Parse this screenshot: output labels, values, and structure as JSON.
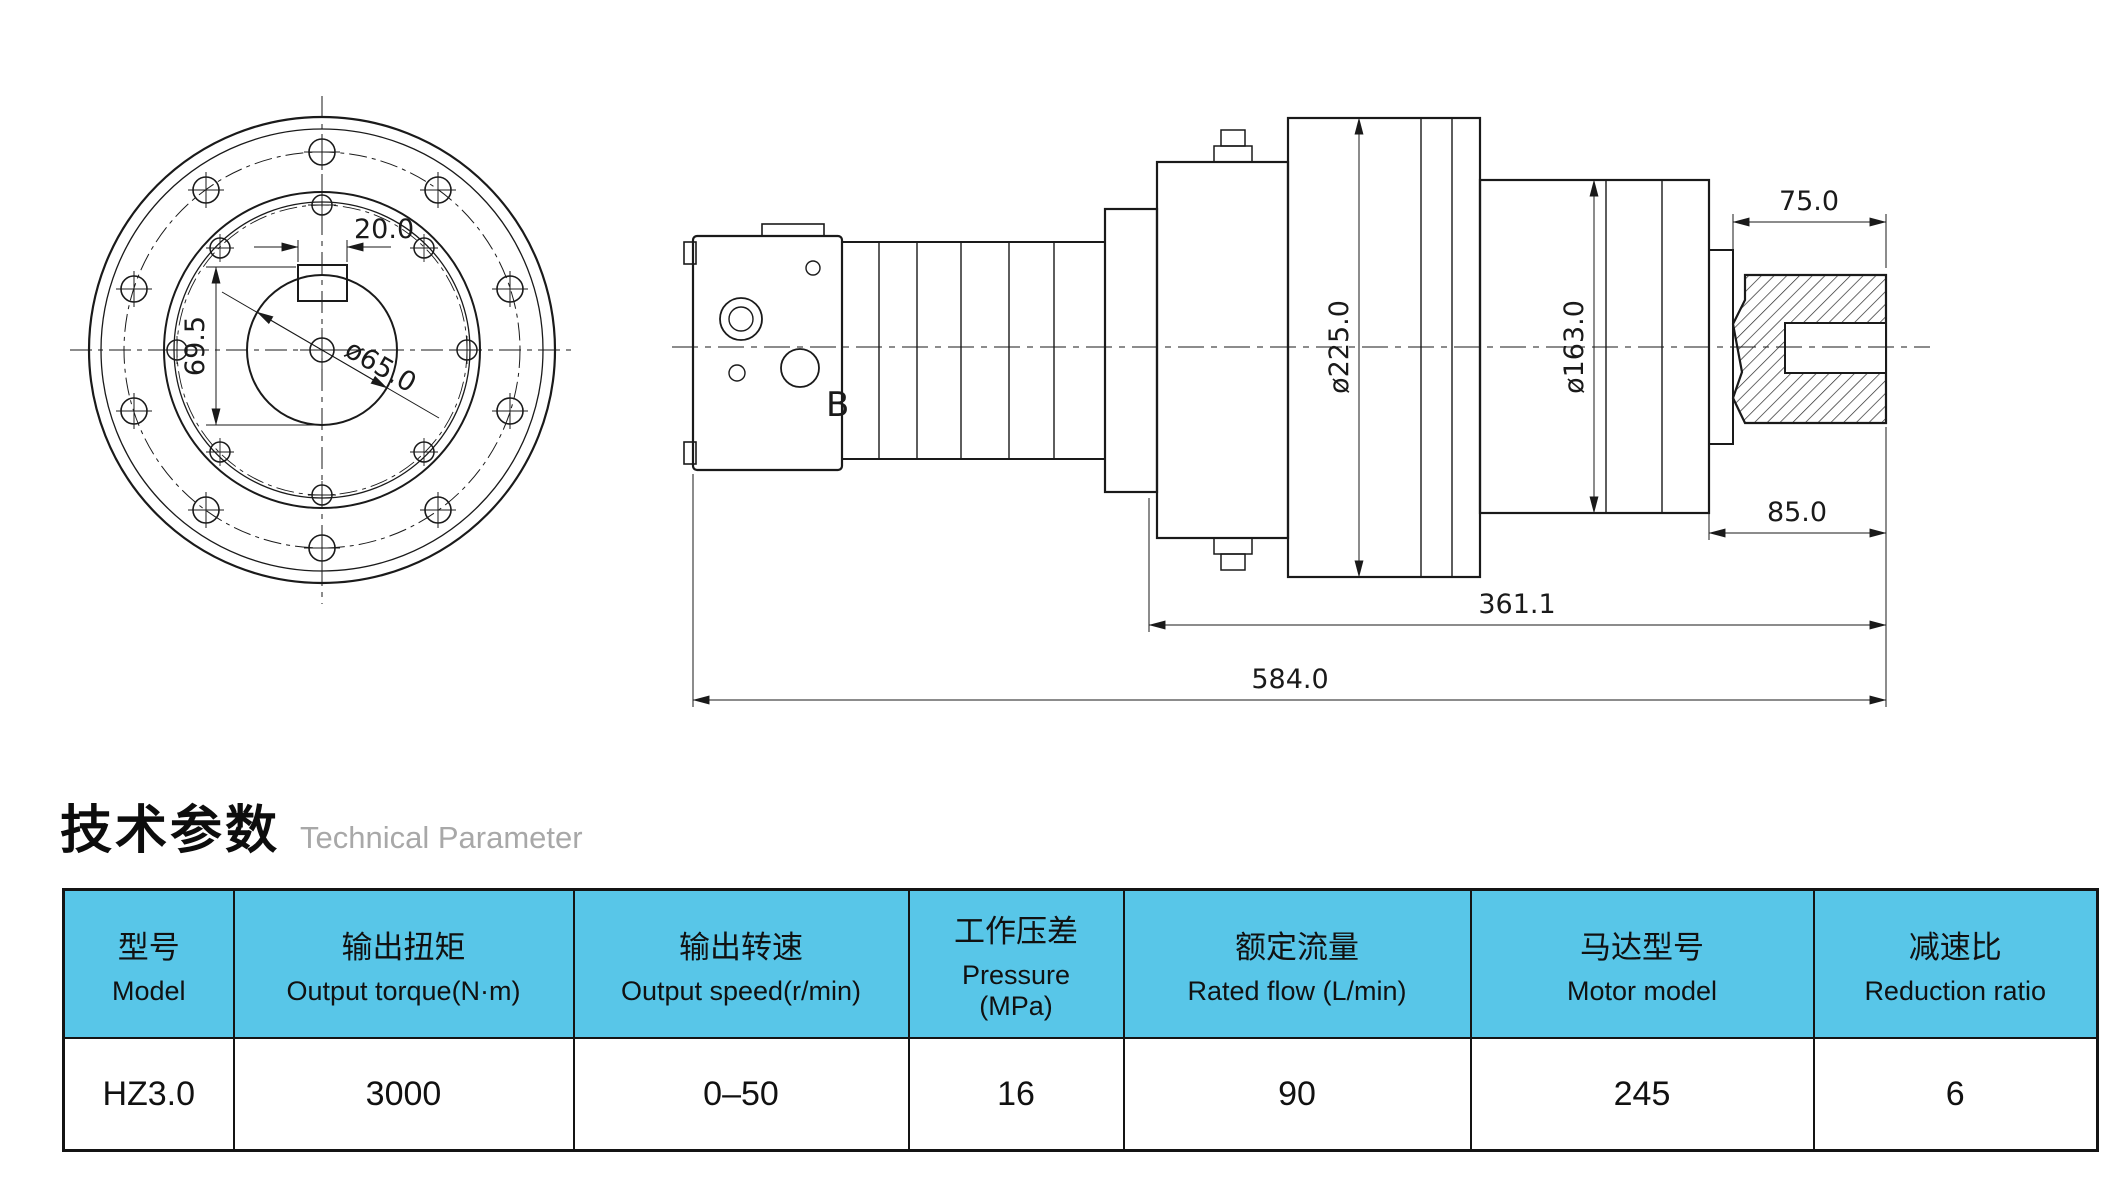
{
  "drawing": {
    "front_view": {
      "dim_keyway_width": "20.0",
      "dim_height": "69.5",
      "dim_bore_diameter": "ø65.0"
    },
    "side_view": {
      "dim_shaft_extension": "75.0",
      "dim_housing_diameter": "ø225.0",
      "dim_hub_diameter": "ø163.0",
      "dim_shaft_length": "85.0",
      "dim_motor_length": "361.1",
      "dim_total_length": "584.0",
      "port_label": "B"
    }
  },
  "section_heading": {
    "title_zh": "技术参数",
    "title_en": "Technical Parameter"
  },
  "table": {
    "header_bg": "#58C6E8",
    "columns": [
      {
        "zh": "型号",
        "en": "Model"
      },
      {
        "zh": "输出扭矩",
        "en": "Output torque(N·m)"
      },
      {
        "zh": "输出转速",
        "en": "Output speed(r/min)"
      },
      {
        "zh": "工作压差",
        "en": "Pressure",
        "en2": "(MPa)"
      },
      {
        "zh": "额定流量",
        "en": "Rated flow (L/min)"
      },
      {
        "zh": "马达型号",
        "en": "Motor model"
      },
      {
        "zh": "减速比",
        "en": "Reduction ratio"
      }
    ],
    "row": {
      "model": "HZ3.0",
      "output_torque": "3000",
      "output_speed": "0–50",
      "pressure": "16",
      "rated_flow": "90",
      "motor_model": "245",
      "reduction_ratio": "6"
    }
  }
}
